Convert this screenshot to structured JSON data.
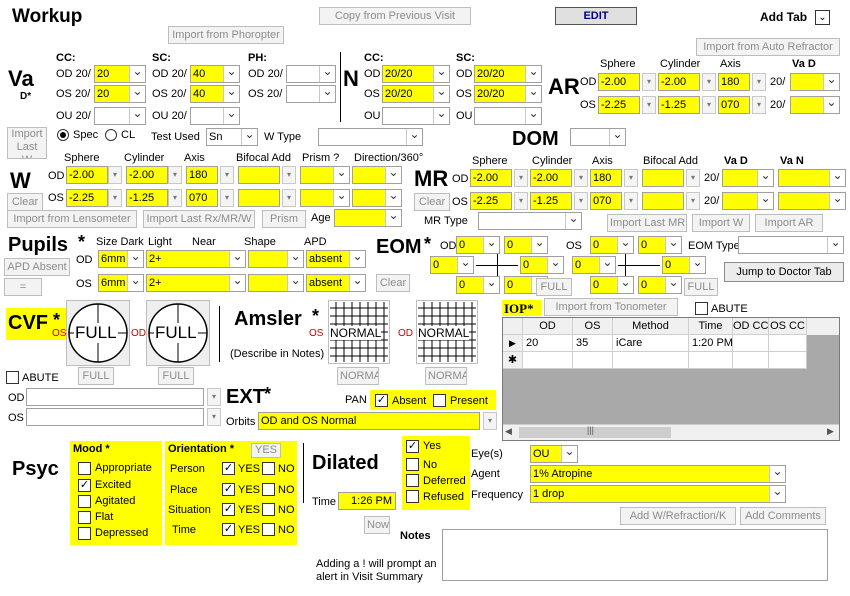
{
  "header": {
    "title": "Workup",
    "import_phoropter": "Import from Phoropter",
    "copy_previous": "Copy from Previous Visit",
    "edit": "EDIT",
    "add_tab": "Add Tab"
  },
  "va": {
    "title": "Va",
    "sub": "D*",
    "cc": "CC:",
    "sc": "SC:",
    "ph": "PH:",
    "od": "OD",
    "os": "OS",
    "ou": "OU",
    "prefix": "20/",
    "cc_od": "20",
    "cc_os": "20",
    "sc_od": "40",
    "sc_os": "40",
    "import_last": "Import Last W",
    "spec": "Spec",
    "cl": "CL",
    "test_used": "Test Used",
    "test_used_value": "Sn",
    "w_type": "W Type"
  },
  "n": {
    "title": "N",
    "cc": "CC:",
    "sc": "SC:",
    "cc_od": "20/20",
    "cc_os": "20/20",
    "sc_od": "20/20",
    "sc_os": "20/20",
    "od": "OD",
    "os": "OS",
    "ou": "OU"
  },
  "ar": {
    "title": "AR",
    "import_btn": "Import from Auto Refractor",
    "sphere": "Sphere",
    "cylinder": "Cylinder",
    "axis": "Axis",
    "vad": "Va D",
    "od": "OD",
    "os": "OS",
    "prefix": "20/",
    "od_sphere": "-2.00",
    "od_cyl": "-2.00",
    "od_axis": "180",
    "os_sphere": "-2.25",
    "os_cyl": "-1.25",
    "os_axis": "070"
  },
  "dom": {
    "title": "DOM"
  },
  "w": {
    "title": "W",
    "clear": "Clear",
    "sphere": "Sphere",
    "cylinder": "Cylinder",
    "axis": "Axis",
    "bifocal": "Bifocal Add",
    "prism": "Prism ?",
    "direction": "Direction/360°",
    "od": "OD",
    "os": "OS",
    "od_sphere": "-2.00",
    "od_cyl": "-2.00",
    "od_axis": "180",
    "os_sphere": "-2.25",
    "os_cyl": "-1.25",
    "os_axis": "070",
    "import_lenso": "Import from Lensometer",
    "import_last": "Import Last Rx/MR/W",
    "prism_btn": "Prism",
    "age": "Age"
  },
  "mr": {
    "title": "MR",
    "clear": "Clear",
    "sphere": "Sphere",
    "cylinder": "Cylinder",
    "axis": "Axis",
    "bifocal": "Bifocal Add",
    "vad": "Va D",
    "van": "Va N",
    "od": "OD",
    "os": "OS",
    "prefix": "20/",
    "od_sphere": "-2.00",
    "od_cyl": "-2.00",
    "od_axis": "180",
    "os_sphere": "-2.25",
    "os_cyl": "-1.25",
    "os_axis": "070",
    "mr_type": "MR Type",
    "import_last_mr": "Import Last MR",
    "import_w": "Import W",
    "import_ar": "Import AR"
  },
  "pupils": {
    "title": "Pupils",
    "star": "*",
    "size_dark": "Size Dark",
    "light": "Light",
    "near": "Near",
    "shape": "Shape",
    "apd": "APD",
    "od": "OD",
    "os": "OS",
    "od_dark": "6mm",
    "od_light": "2+",
    "od_apd": "absent",
    "os_dark": "6mm",
    "os_light": "2+",
    "os_apd": "absent",
    "apd_absent": "APD Absent",
    "eq": "="
  },
  "eom": {
    "title": "EOM",
    "star": "*",
    "od": "OD",
    "os": "OS",
    "eom_type": "EOM Type",
    "zero": "0",
    "full": "FULL",
    "clear": "Clear",
    "jump": "Jump to Doctor Tab"
  },
  "cvf": {
    "title": "CVF",
    "star": "*",
    "os": "OS",
    "od": "OD",
    "full": "FULL",
    "abute": "ABUTE"
  },
  "amsler": {
    "title": "Amsler",
    "star": "*",
    "os": "OS",
    "od": "OD",
    "normal": "NORMAL",
    "describe": "(Describe in Notes)"
  },
  "iop": {
    "title": "IOP*",
    "import_btn": "Import from Tonometer",
    "abute": "ABUTE",
    "columns": [
      "OD",
      "OS",
      "Method",
      "Time",
      "OD CC",
      "OS CC"
    ],
    "rows": [
      [
        "20",
        "35",
        "iCare",
        "1:20 PM",
        "",
        ""
      ]
    ],
    "new_row": "✱"
  },
  "od_os_notes": {
    "od": "OD",
    "os": "OS"
  },
  "ext": {
    "title": "EXT",
    "star": "*",
    "pan": "PAN",
    "absent": "Absent",
    "present": "Present",
    "orbits": "Orbits",
    "orbits_value": "OD and OS Normal"
  },
  "psyc": {
    "title": "Psyc"
  },
  "mood": {
    "title": "Mood *",
    "items": [
      {
        "label": "Appropriate",
        "checked": false
      },
      {
        "label": "Excited",
        "checked": true
      },
      {
        "label": "Agitated",
        "checked": false
      },
      {
        "label": "Flat",
        "checked": false
      },
      {
        "label": "Depressed",
        "checked": false
      }
    ]
  },
  "orientation": {
    "title": "Orientation *",
    "yes_btn": "YES",
    "yes": "YES",
    "no": "NO",
    "items": [
      "Person",
      "Place",
      "Situation",
      "Time"
    ]
  },
  "dilated": {
    "title": "Dilated",
    "time": "Time",
    "time_value": "1:26 PM",
    "now": "Now",
    "options": [
      {
        "label": "Yes",
        "checked": true
      },
      {
        "label": "No",
        "checked": false
      },
      {
        "label": "Deferred",
        "checked": false
      },
      {
        "label": "Refused",
        "checked": false
      }
    ],
    "eyes": "Eye(s)",
    "eyes_value": "OU",
    "agent": "Agent",
    "agent_value": "1% Atropine",
    "frequency": "Frequency",
    "frequency_value": "1 drop",
    "add_w": "Add W/Refraction/K",
    "add_comments": "Add Comments"
  },
  "notes": {
    "title": "Notes",
    "hint": "Adding a ! will prompt an alert in Visit Summary"
  }
}
